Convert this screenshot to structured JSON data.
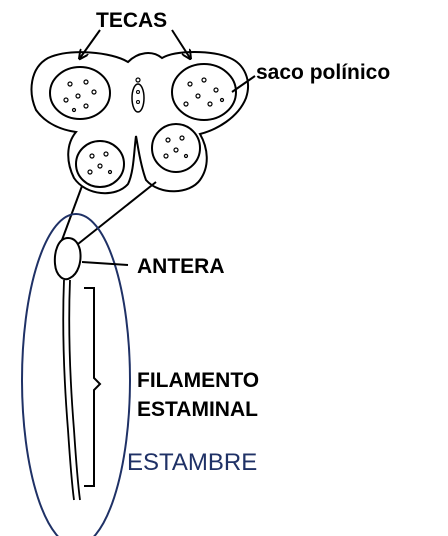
{
  "labels": {
    "tecas": "TECAS",
    "saco_polinico": "saco polínico",
    "antera": "ANTERA",
    "filamento_line1": "FILAMENTO",
    "filamento_line2": "ESTAMINAL",
    "estambre": "ESTAMBRE"
  },
  "colors": {
    "ink": "#000000",
    "estambre_outline": "#1f3166",
    "background": "#ffffff"
  }
}
